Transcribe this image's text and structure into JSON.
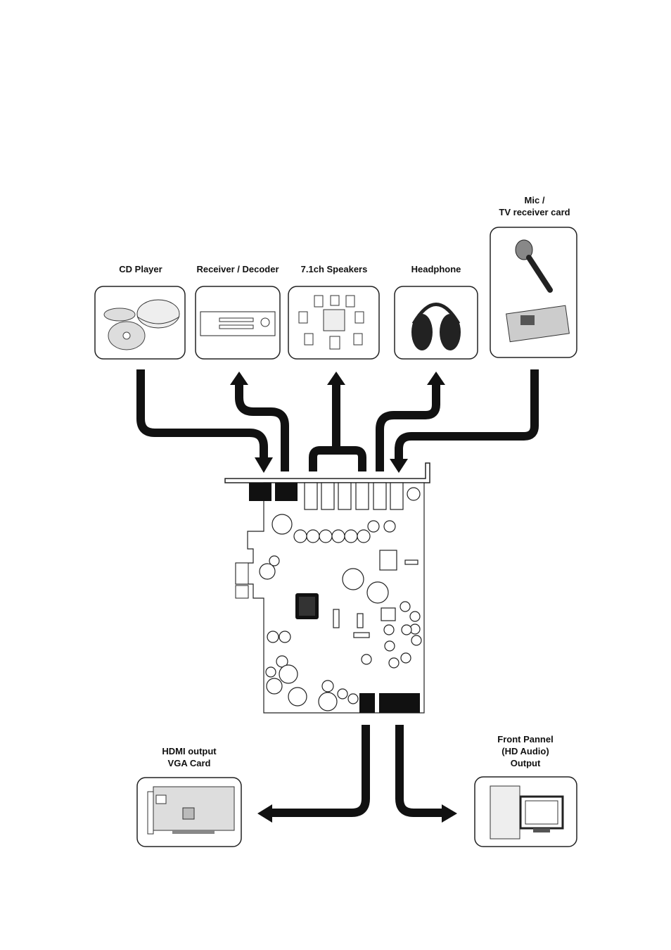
{
  "devices": {
    "cd_player": {
      "label": "CD Player"
    },
    "receiver": {
      "label": "Receiver / Decoder"
    },
    "speakers": {
      "label": "7.1ch Speakers"
    },
    "headphone": {
      "label": "Headphone"
    },
    "mic": {
      "label_line1": "Mic /",
      "label_line2": "TV receiver card"
    },
    "hdmi": {
      "label_line1": "HDMI output",
      "label_line2": "VGA Card"
    },
    "front_panel": {
      "label_line1": "Front Pannel",
      "label_line2": "(HD Audio)",
      "label_line3": "Output"
    }
  },
  "colors": {
    "line": "#111111",
    "background": "#ffffff"
  }
}
